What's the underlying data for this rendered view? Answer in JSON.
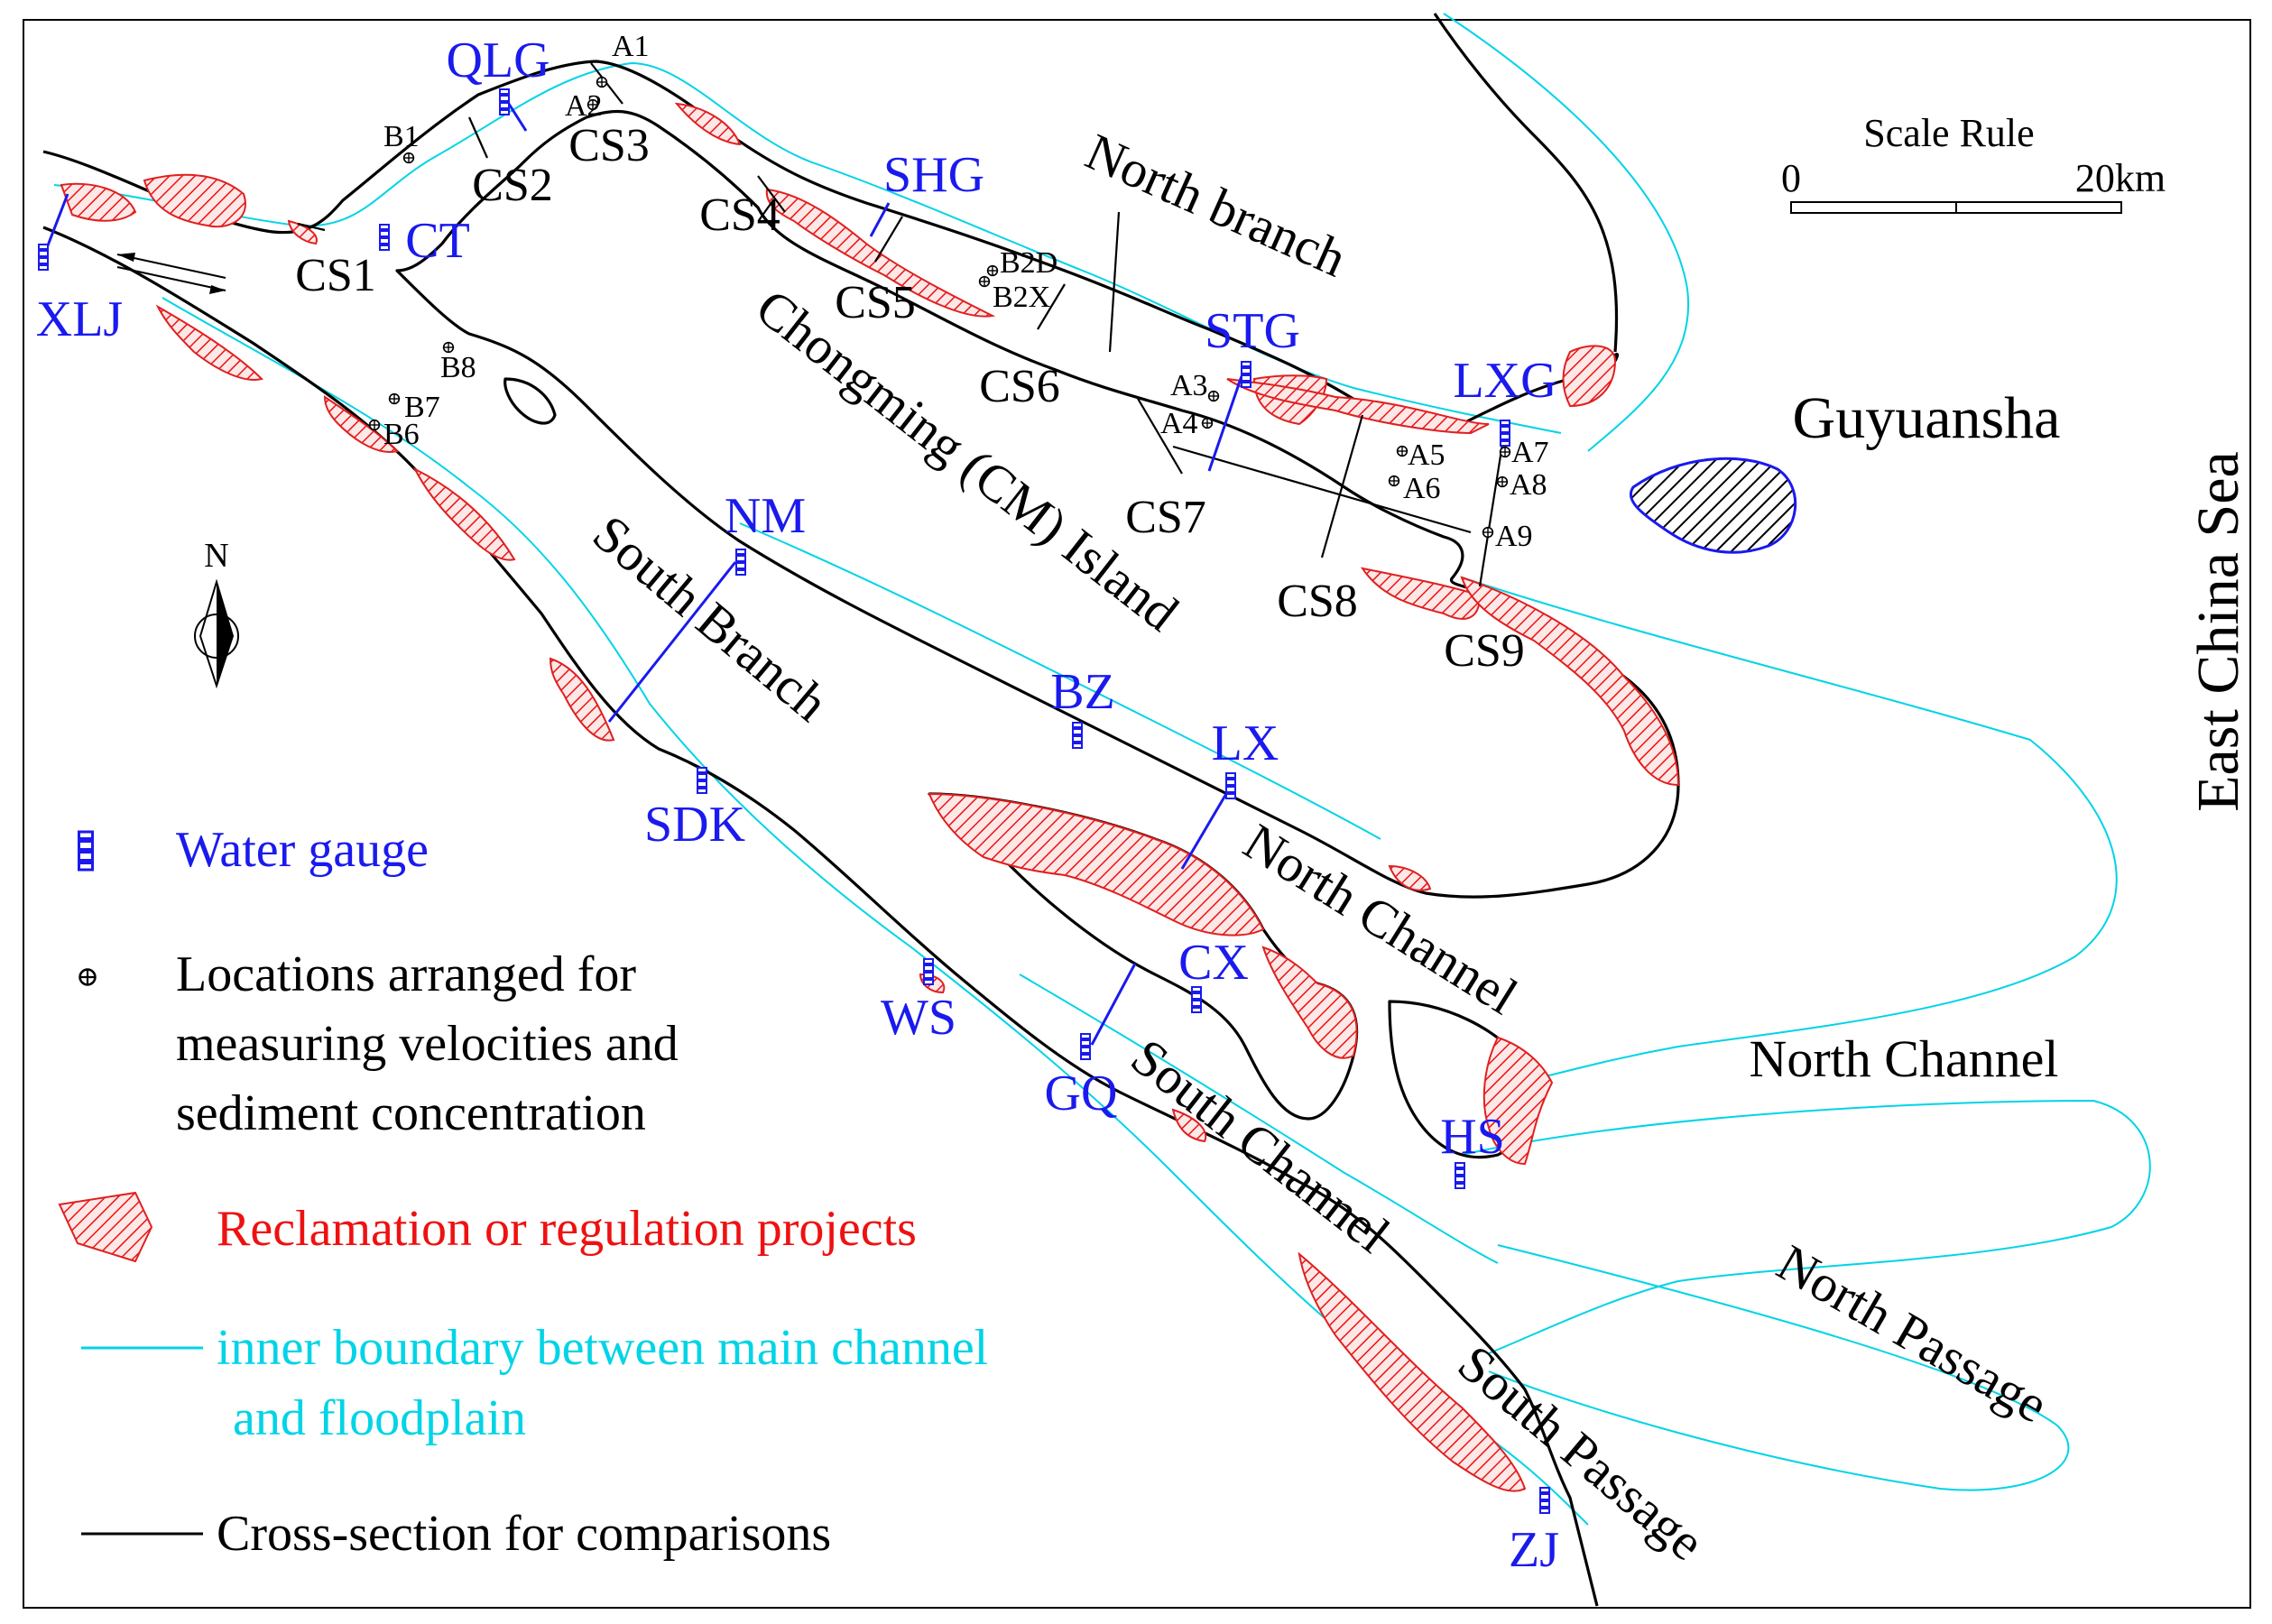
{
  "legend": {
    "water_gauge": "Water gauge",
    "locations_line1": "Locations arranged for",
    "locations_line2": "measuring velocities and",
    "locations_line3": "sediment concentration",
    "reclamation": "Reclamation or regulation projects",
    "inner_line1": "inner boundary between main channel",
    "inner_line2": "and floodplain",
    "cross_section": "Cross-section for comparisons"
  },
  "scale": {
    "title": "Scale Rule",
    "min": "0",
    "max": "20km"
  },
  "north_label": "N",
  "regions": {
    "east_china_sea": "East China Sea",
    "guyuansha": "Guyuansha",
    "north_branch": "North branch",
    "chongming": "Chongming (CM) Island",
    "south_branch": "South Branch",
    "north_channel_1": "North Channel",
    "north_channel_2": "North Channel",
    "south_channel": "South Channel",
    "north_passage": "North Passage",
    "south_passage": "South Passage"
  },
  "gauges": {
    "xlj": "XLJ",
    "qlg": "QLG",
    "ct": "CT",
    "shg": "SHG",
    "stg": "STG",
    "lxg": "LXG",
    "nm": "NM",
    "bz": "BZ",
    "lx": "LX",
    "sdk": "SDK",
    "ws": "WS",
    "cx": "CX",
    "gq": "GQ",
    "hs": "HS",
    "zj": "ZJ"
  },
  "cross_sections": {
    "cs1": "CS1",
    "cs2": "CS2",
    "cs3": "CS3",
    "cs4": "CS4",
    "cs5": "CS5",
    "cs6": "CS6",
    "cs7": "CS7",
    "cs8": "CS8",
    "cs9": "CS9"
  },
  "stations": {
    "a1": "A1",
    "a2": "A2",
    "a3": "A3",
    "a4": "A4",
    "a5": "A5",
    "a6": "A6",
    "a7": "A7",
    "a8": "A8",
    "a9": "A9",
    "b1": "B1",
    "b2d": "B2D",
    "b2x": "B2X",
    "b6": "B6",
    "b7": "B7",
    "b8": "B8"
  },
  "colors": {
    "gauge": "#1a1aee",
    "reclamation": "#ee1111",
    "inner_boundary": "#00d4e6",
    "shoreline": "#000000"
  },
  "icons": {
    "water_gauge": "water-gauge-icon",
    "location": "circled-plus-icon",
    "north_arrow": "north-arrow-icon"
  }
}
